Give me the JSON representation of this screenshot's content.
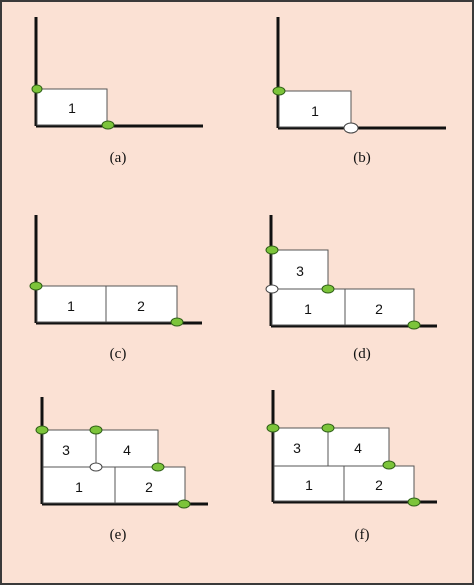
{
  "colors": {
    "background": "#fbe1d4",
    "border": "#3a3a3a",
    "axis": "#111111",
    "box_fill": "#ffffff",
    "box_stroke": "#555555",
    "point_green": "#7cc43a",
    "point_white": "#ffffff",
    "point_stroke": "#2e5e16"
  },
  "panels": [
    {
      "id": "a",
      "caption": "(a)",
      "boxes": [
        "1"
      ]
    },
    {
      "id": "b",
      "caption": "(b)",
      "boxes": [
        "1"
      ]
    },
    {
      "id": "c",
      "caption": "(c)",
      "boxes": [
        "1",
        "2"
      ]
    },
    {
      "id": "d",
      "caption": "(d)",
      "boxes": [
        "3",
        "1",
        "2"
      ]
    },
    {
      "id": "e",
      "caption": "(e)",
      "boxes": [
        "3",
        "4",
        "1",
        "2"
      ]
    },
    {
      "id": "f",
      "caption": "(f)",
      "boxes": [
        "3",
        "4",
        "1",
        "2"
      ]
    }
  ]
}
